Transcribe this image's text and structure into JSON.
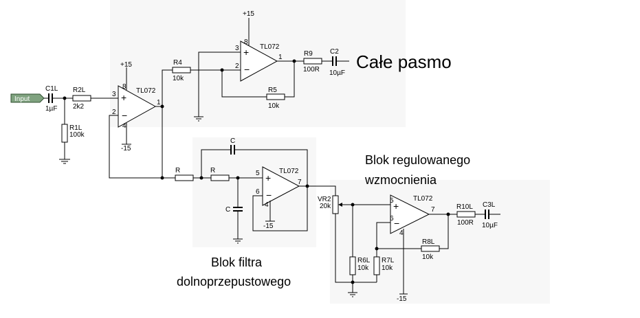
{
  "input_label": "Input",
  "titles": {
    "full_band": "Całe pasmo",
    "gain_block": [
      "Blok regulowanego",
      "wzmocnienia"
    ],
    "filter_block": [
      "Blok filtra",
      "dolnoprzepustowego"
    ]
  },
  "opamps": {
    "u1": {
      "name": "TL072",
      "pin_plus": "3",
      "pin_minus": "2",
      "pin_out": "1",
      "pin_vp": "8",
      "pin_vn": "4",
      "supply_pos": "+15",
      "supply_neg": "-15"
    },
    "u2": {
      "name": "TL072",
      "pin_plus": "3",
      "pin_minus": "2",
      "pin_out": "1",
      "pin_vp": "8",
      "supply_pos": "+15"
    },
    "u3": {
      "name": "TL072",
      "pin_plus": "5",
      "pin_minus": "6",
      "pin_out": "7",
      "pin_vn": "4",
      "supply_neg": "-15"
    },
    "u4": {
      "name": "TL072",
      "pin_plus": "5",
      "pin_minus": "6",
      "pin_out": "7",
      "pin_vn": "4",
      "supply_neg": "-15"
    }
  },
  "components": {
    "c1l": {
      "ref": "C1L",
      "value": "1µF"
    },
    "r2l": {
      "ref": "R2L",
      "value": "2k2"
    },
    "r1l": {
      "ref": "R1L",
      "value": "100k"
    },
    "r4": {
      "ref": "R4",
      "value": "10k"
    },
    "r5": {
      "ref": "R5",
      "value": "10k"
    },
    "r9": {
      "ref": "R9",
      "value": "100R"
    },
    "c2": {
      "ref": "C2",
      "value": "10µF"
    },
    "r_a": {
      "ref": "R"
    },
    "r_b": {
      "ref": "R"
    },
    "c_fb": {
      "ref": "C"
    },
    "c_gnd": {
      "ref": "C"
    },
    "vr2": {
      "ref": "VR2",
      "value": "20k"
    },
    "r6l": {
      "ref": "R6L",
      "value": "10k"
    },
    "r7l": {
      "ref": "R7L",
      "value": "10k"
    },
    "r8l": {
      "ref": "R8L",
      "value": "10k"
    },
    "r10l": {
      "ref": "R10L",
      "value": "100R"
    },
    "c3l": {
      "ref": "C3L",
      "value": "10µF"
    }
  }
}
